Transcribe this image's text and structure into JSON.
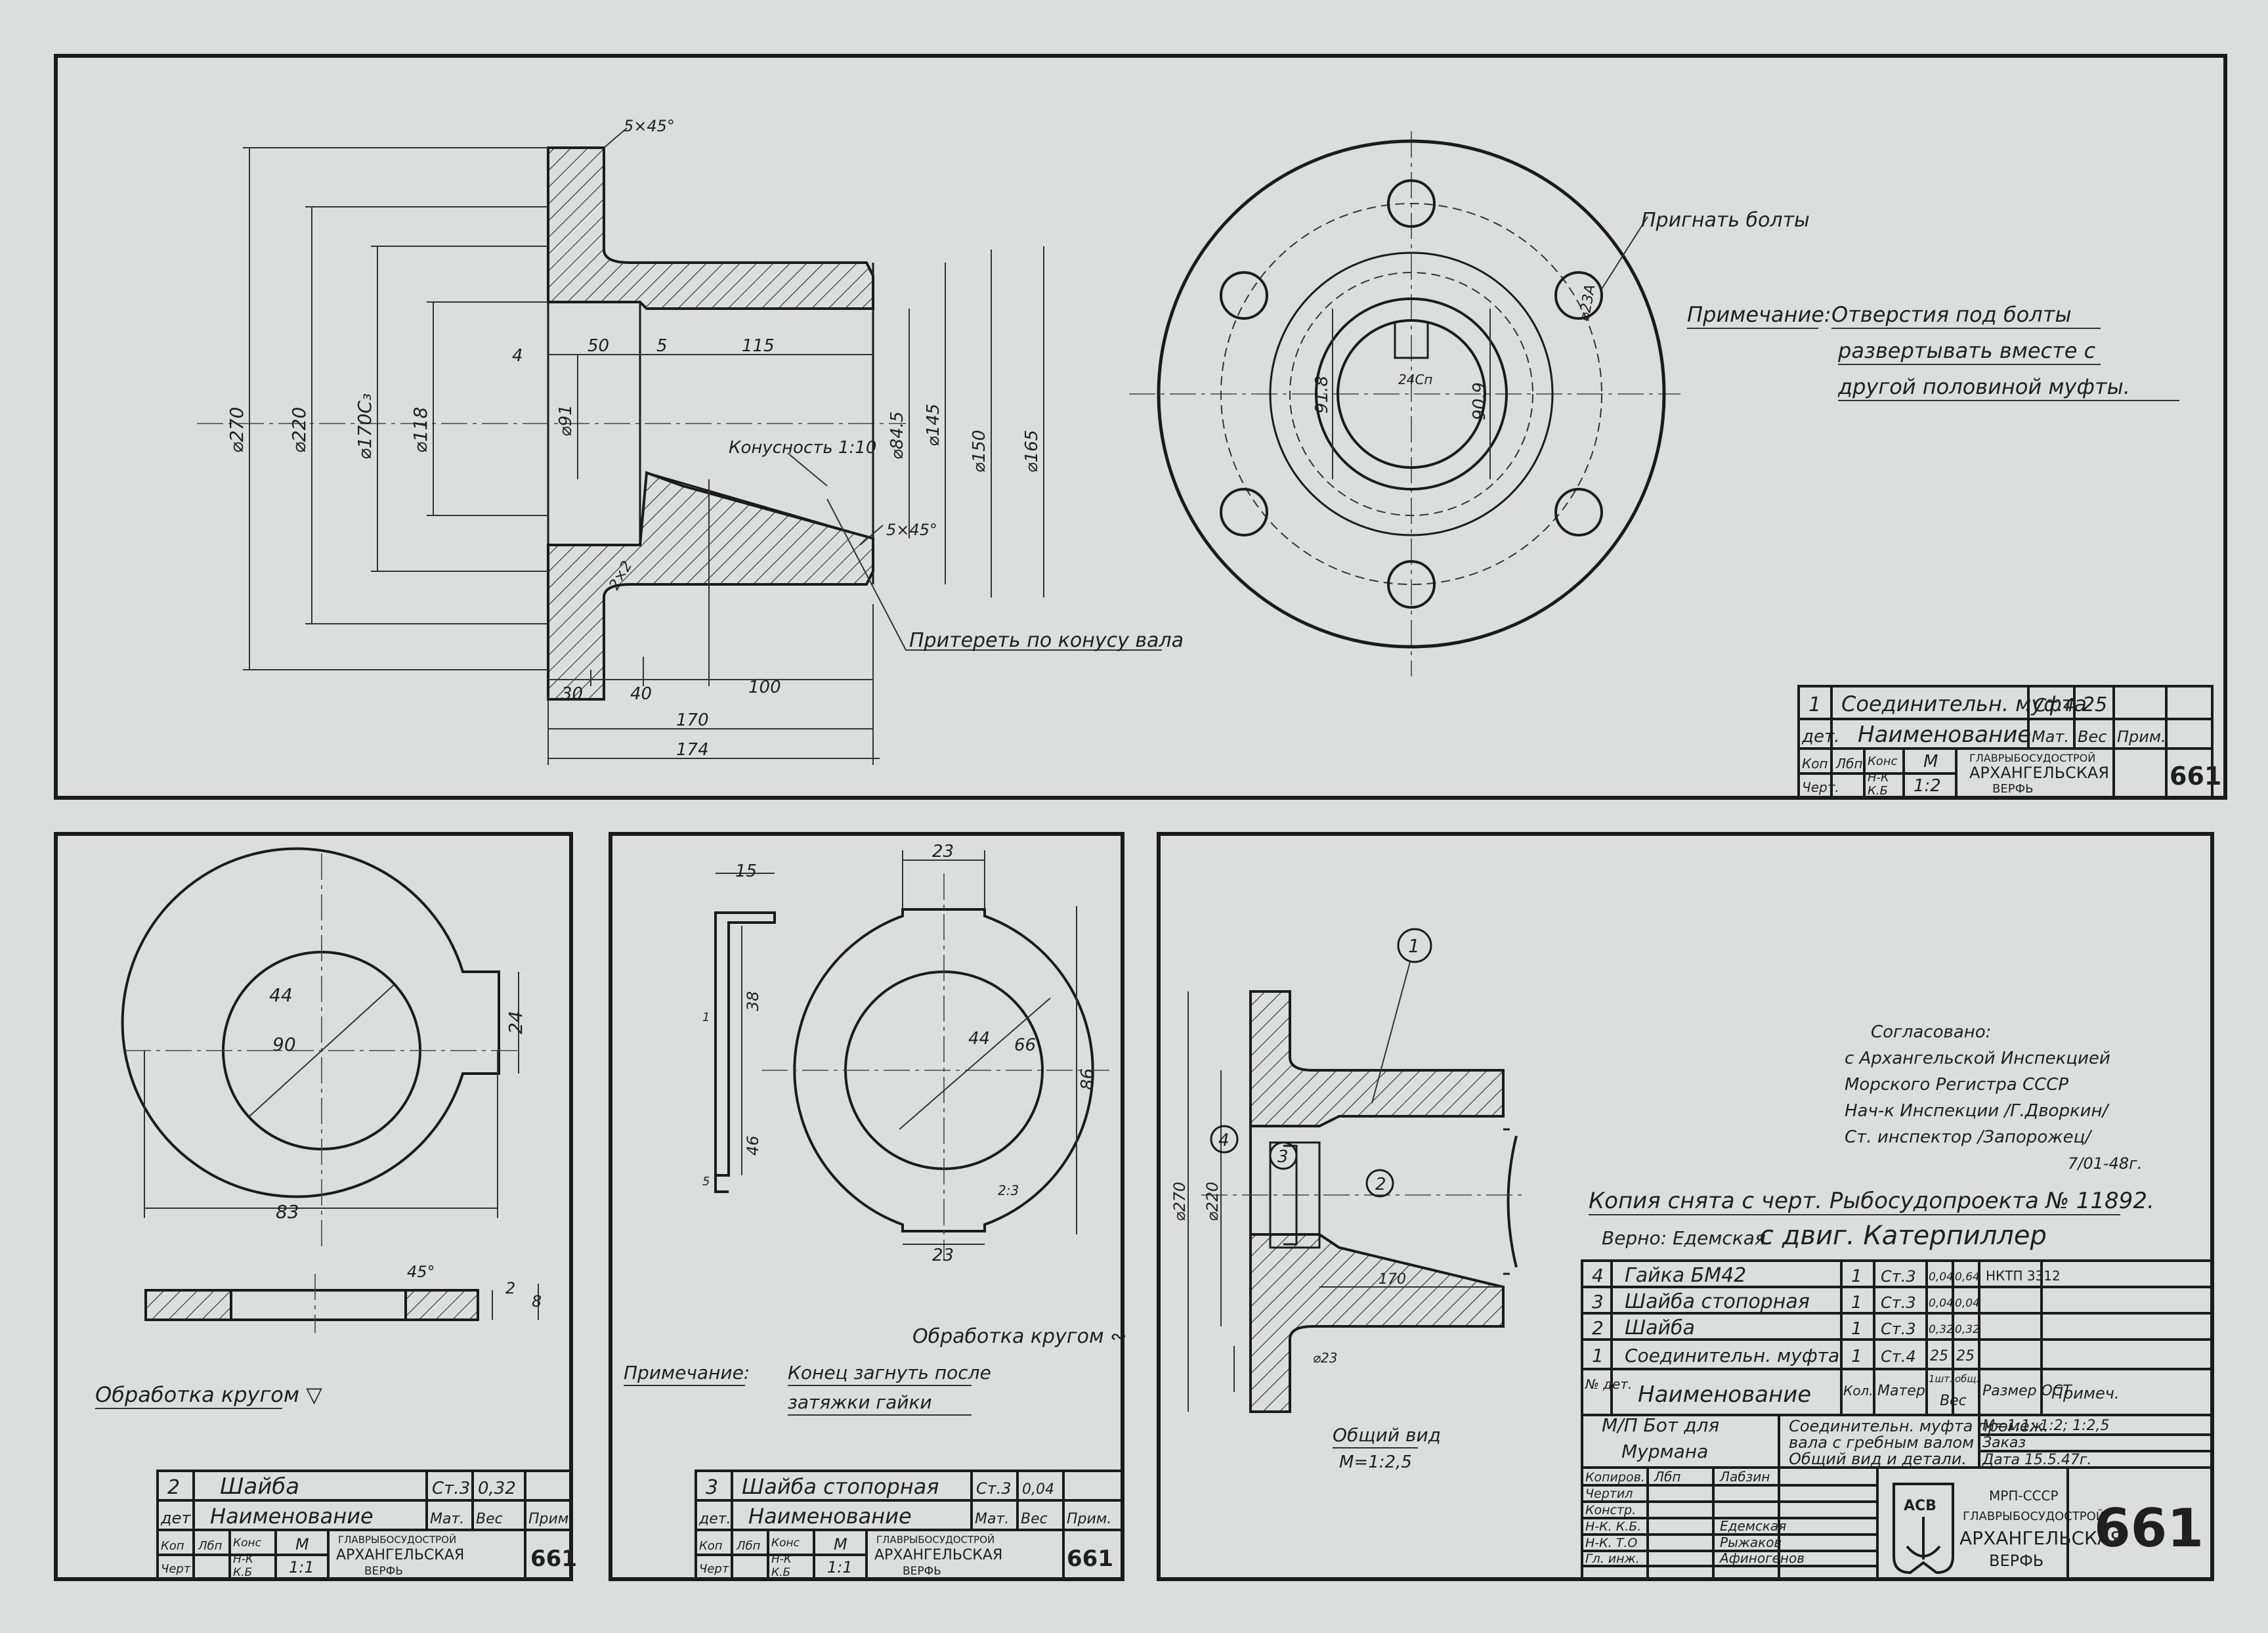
{
  "panel1": {
    "chamfer_top": "5×45°",
    "chamfer_cone": "5×45°",
    "dim_270": "⌀270",
    "dim_220": "⌀220",
    "dim_170": "⌀170С₃",
    "dim_118": "⌀118",
    "dim_91": "⌀91",
    "dim_845": "⌀84.5",
    "dim_145": "⌀145",
    "dim_150": "⌀150",
    "dim_165": "⌀165",
    "len_4": "4",
    "len_50": "50",
    "len_5": "5",
    "len_115": "115",
    "len_30": "30",
    "len_40": "40",
    "len_100": "100",
    "len_170": "170",
    "len_174": "174",
    "chamfer_small": "2×2",
    "taper": "Конусность 1:10",
    "lap_note": "Притереть по конусу вала",
    "fit_bolts": "Пригнать болты",
    "bolt_dia": "⌀23A",
    "keyway": "24Сп",
    "dim_918": "91.8",
    "dim_909": "90.9",
    "note_label": "Примечание:",
    "note_lines": [
      "Отверстия под болты",
      "развертывать вместе с",
      "другой половиной муфты."
    ]
  },
  "tb1": {
    "pos": "1",
    "name": "Соединительн. муфта",
    "mat": "Ст.4",
    "wt": "25",
    "h_pos": "дет.",
    "h_name": "Наименование",
    "h_mat": "Мат.",
    "h_wt": "Вес",
    "h_rem": "Прим.",
    "kop": "Коп",
    "chert": "Черт.",
    "kop_sig": "Лбп",
    "kons": "Конс",
    "nk": "Н-К",
    "kb": "К.Б",
    "m": "М",
    "scale": "1:2",
    "org1": "ГЛАВРЫБОСУДОСТРОЙ",
    "org2": "АРХАНГЕЛЬСКАЯ",
    "org3": "ВЕРФЬ",
    "num": "661"
  },
  "panel2": {
    "d44": "44",
    "d90": "90",
    "d24": "24",
    "d83": "83",
    "d45": "45°",
    "d2": "2",
    "d8": "8",
    "note": "Обработка кругом ▽"
  },
  "tb2": {
    "pos": "2",
    "name": "Шайба",
    "mat": "Ст.3",
    "wt": "0,32",
    "h_pos": "дет",
    "h_name": "Наименование",
    "h_mat": "Мат.",
    "h_wt": "Вес",
    "h_rem": "Прим.",
    "kop": "Коп",
    "chert": "Черт",
    "kop_sig": "Лбп",
    "kons": "Конс",
    "nk": "Н-К",
    "kb": "К.Б",
    "m": "М",
    "scale": "1:1",
    "org1": "ГЛАВРЫБОСУДОСТРОЙ",
    "org2": "АРХАНГЕЛЬСКАЯ",
    "org3": "ВЕРФЬ",
    "num": "661"
  },
  "panel3": {
    "d15": "15",
    "d23a": "23",
    "d23b": "23",
    "d38": "38",
    "d44": "44",
    "d66": "66",
    "d86": "86",
    "d46": "46",
    "d1": "1",
    "d5": "5",
    "r23": "2:3",
    "finish": "Обработка кругом ∾",
    "note_label": "Примечание:",
    "note1": "Конец загнуть после",
    "note2": "затяжки гайки"
  },
  "tb3": {
    "pos": "3",
    "name": "Шайба стопорная",
    "mat": "Ст.3",
    "wt": "0,04",
    "h_pos": "дет.",
    "h_name": "Наименование",
    "h_mat": "Мат.",
    "h_wt": "Вес",
    "h_rem": "Прим.",
    "kop": "Коп",
    "chert": "Черт",
    "kop_sig": "Лбп",
    "kons": "Конс",
    "nk": "Н-К",
    "kb": "К.Б",
    "m": "М",
    "scale": "1:1",
    "org1": "ГЛАВРЫБОСУДОСТРОЙ",
    "org2": "АРХАНГЕЛЬСКАЯ",
    "org3": "ВЕРФЬ",
    "num": "661"
  },
  "panel4": {
    "b1": "1",
    "b2": "2",
    "b3": "3",
    "b4": "4",
    "d270": "⌀270",
    "d220": "⌀220",
    "d170": "170",
    "d23": "⌀23",
    "view_label": "Общий вид",
    "view_scale": "М=1:2,5",
    "approved": [
      "Согласовано:",
      "с Архангельской Инспекцией",
      "Морского Регистра  СССР",
      "Нач-к  Инспекции   /Г.Дворкин/",
      "Ст. инспектор          /Запорожец/",
      "7/01-48г."
    ],
    "copy_note": "Копия снята с черт. Рыбосудопроекта № 11892.",
    "verified": "Верно: Едемская",
    "handwritten": "с двиг. Катерпиллер"
  },
  "bom": {
    "rows": [
      {
        "pos": "4",
        "name": "Гайка БМ42",
        "qty": "1",
        "mat": "Ст.3",
        "w1": "0,04",
        "w2": "0,64",
        "note": "НКТП 3312"
      },
      {
        "pos": "3",
        "name": "Шайба стопорная",
        "qty": "1",
        "mat": "Ст.3",
        "w1": "0,04",
        "w2": "0,04",
        "note": ""
      },
      {
        "pos": "2",
        "name": "Шайба",
        "qty": "1",
        "mat": "Ст.3",
        "w1": "0,32",
        "w2": "0,32",
        "note": ""
      },
      {
        "pos": "1",
        "name": "Соединительн. муфта",
        "qty": "1",
        "mat": "Ст.4",
        "w1": "25",
        "w2": "25",
        "note": ""
      }
    ],
    "h_pos": "№ дет.",
    "h_name": "Наименование",
    "h_qty": "Кол.",
    "h_mat": "Матер.",
    "h_w1": "1шт.",
    "h_w2": "общ.",
    "h_weight": "Вес",
    "h_size": "Размер ОСТ",
    "h_rem": "Примеч."
  },
  "tb4": {
    "project1": "М/П  Бот  для",
    "project2": "Мурмана",
    "desc1": "Соединительн. муфта промеж.",
    "desc2": "вала с гребным валом",
    "desc3": "Общий вид и детали.",
    "scale": "М=1:1; 1:2; 1:2,5",
    "order": "Заказ",
    "date": "Дата 15.5.47г.",
    "roles": [
      "Копиров.",
      "Чертил",
      "Констр.",
      "Н-К. К.Б.",
      "Н-К. Т.О",
      "Гл. инж."
    ],
    "names": [
      "Лбп",
      "Лабзин",
      "",
      "Едемская",
      "Рыжаков",
      "Афиногенов"
    ],
    "org0": "МРП-СССР",
    "org1": "ГЛАВРЫБОСУДОСТРОЙ",
    "org2": "АРХАНГЕЛЬСКАЯ",
    "org3": "ВЕРФЬ",
    "logo": "АСВ",
    "num": "661"
  }
}
